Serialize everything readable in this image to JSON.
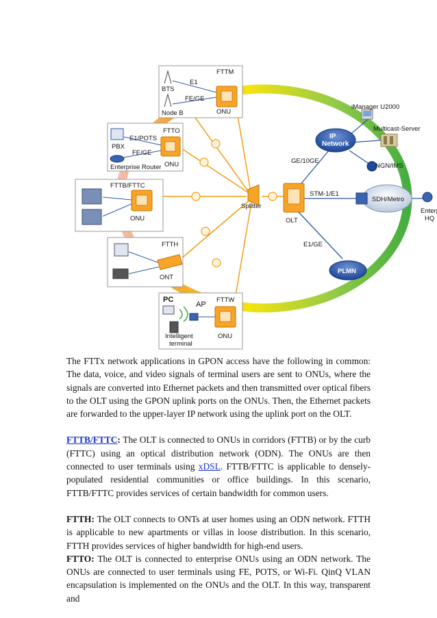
{
  "diagram": {
    "labels": {
      "fttm": "FTTM",
      "e1": "E1",
      "bts": "BTS",
      "fe_ge_top": "FE/GE",
      "node_b": "Node B",
      "onu_top": "ONU",
      "ftto": "FTTO",
      "e1_pots": "E1/POTS",
      "pbx": "PBX",
      "fe_ge_ftto": "FE/GE",
      "enterprise_router": "Enterprise Router",
      "onu_ftto": "ONU",
      "fttb_fttc": "FTTB/FTTC",
      "onu_fttb": "ONU",
      "ftth": "FTTH",
      "ont": "ONT",
      "pc": "PC",
      "ap": "AP",
      "fttw": "FTTW",
      "intelligent_terminal_1": "Intelligent",
      "intelligent_terminal_2": "terminal",
      "onu_fttw": "ONU",
      "splitter": "Splitter",
      "olt": "OLT",
      "ge_10ge": "GE/10GE",
      "stm1_e1": "STM-1/E1",
      "e1_ge": "E1/GE",
      "ip_network_1": "IP",
      "ip_network_2": "Network",
      "imanager": "iManager U2000",
      "multicast": "Multicast-Server",
      "ngn_ims": "NGN/IMS",
      "sdh_metro": "SDH/Metro",
      "enterprise_hq_1": "Enterpri",
      "enterprise_hq_2": "HQ",
      "plmn": "PLMN"
    },
    "colors": {
      "fiber": "#f39c12",
      "onu": "#f7a428",
      "network_blue": "#2d58a6",
      "ring_green": "#3aaa35",
      "ring_yellow": "#f4e200",
      "ring_red": "#e8312a"
    }
  },
  "body": {
    "para1": "The FTTx network applications in GPON access have the following in common: The data, voice, and video signals of terminal users are sent to ONUs, where the signals are converted into Ethernet packets and then transmitted over optical fibers to the OLT using the GPON uplink ports on the ONUs. Then, the Ethernet packets are forwarded to the upper-layer IP network using the uplink port on the OLT.",
    "para2_term": "FTTB/FTTC",
    "para2_colon": ":",
    "para2_a": " The OLT is connected to ONUs in corridors (FTTB) or by the curb (FTTC) using an optical distribution network (ODN). The ONUs are then connected to user terminals using ",
    "para2_link": "xDSL",
    "para2_b": ". FTTB/FTTC is applicable to densely-populated residential communities or office buildings. In this scenario, FTTB/FTTC provides services of certain bandwidth for common users.",
    "para3_term": "FTTH:",
    "para3_text": " The OLT connects to ONTs at user homes using an ODN network. FTTH is applicable to new apartments or villas in loose distribution. In this scenario, FTTH provides services of higher bandwidth for high-end users.",
    "para4_term": "FTTO:",
    "para4_text": " The OLT is connected to enterprise ONUs using an ODN network. The ONUs are connected to user terminals using FE, POTS, or Wi-Fi. QinQ VLAN encapsulation is implemented on the ONUs and the OLT. In this way, transparent and"
  }
}
